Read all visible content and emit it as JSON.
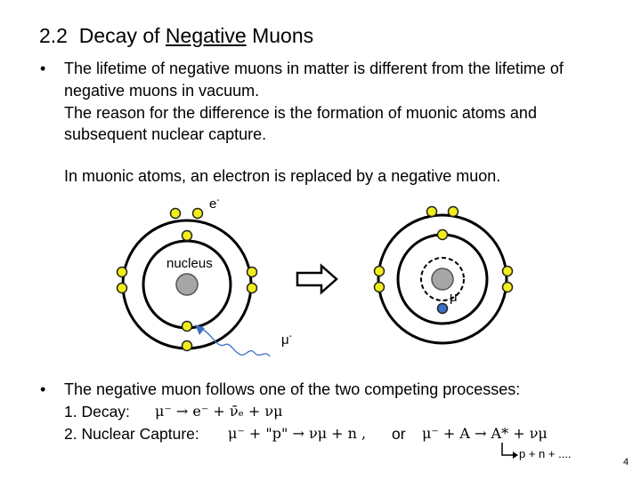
{
  "title": {
    "number": "2.2",
    "pre": "Decay of",
    "underlined": "Negative",
    "post": "Muons"
  },
  "bullet_char": "•",
  "intro": {
    "line1": "The lifetime of negative muons in matter is different from the lifetime of",
    "line2": "negative muons in vacuum.",
    "line3": "The reason for the difference is the formation of muonic atoms and",
    "line4": "subsequent nuclear capture.",
    "line5": "In muonic atoms, an electron is replaced by a negative muon."
  },
  "diagram": {
    "electron_label": "e",
    "electron_sup": "-",
    "nucleus_label": "nucleus",
    "muon_label": "μ",
    "muon_sup": "-",
    "free_muon_label": "μ",
    "free_muon_sup": "-",
    "colors": {
      "electron": "#f2ee1a",
      "muon": "#3d6fc4",
      "nucleus": "#a6a6a6",
      "arrow_fill": "#ffffff"
    }
  },
  "processes": {
    "heading": "The negative muon follows one of the two competing processes:",
    "decay_label": "1.  Decay:",
    "decay_eq": "μ⁻  →  e⁻ +  ν̄ₑ +  νμ",
    "capture_label": "2.  Nuclear Capture:",
    "capture_eq": "μ⁻ + \"p\" →  νμ + n ,",
    "or_text": "or",
    "capture_eq2": "μ⁻ + A →  A* +  νμ",
    "branch_text": "p + n + ...."
  },
  "page_number": "4"
}
